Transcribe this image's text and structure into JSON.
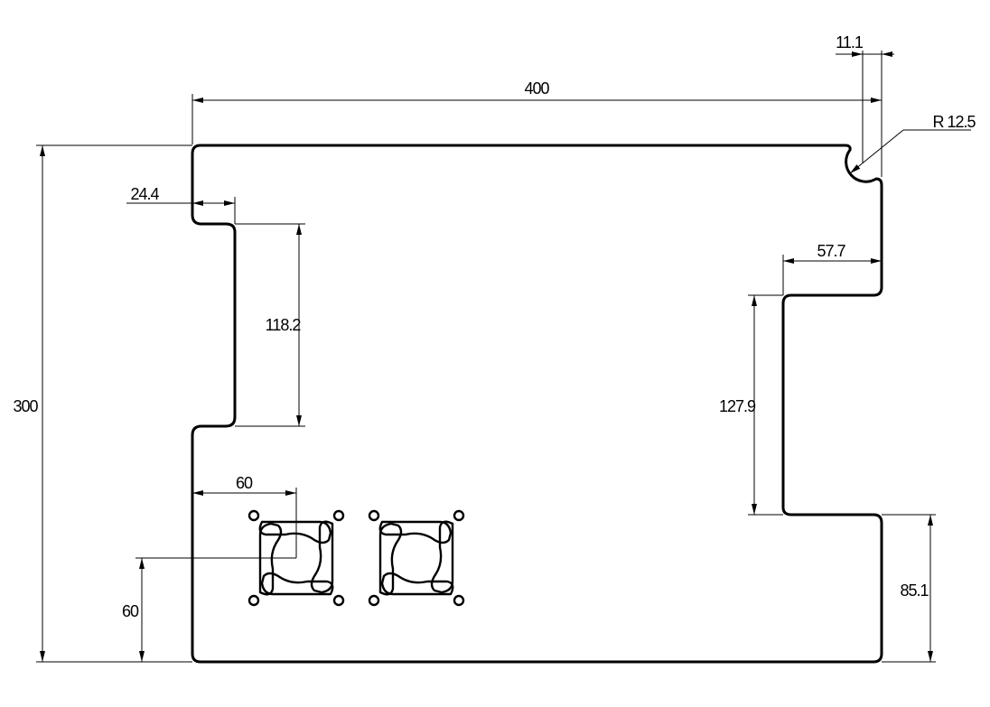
{
  "drawing": {
    "dimensions": {
      "overall_width": "400",
      "overall_height": "300",
      "notch_offset": "11.1",
      "notch_radius": "R 12.5",
      "left_cutout_depth": "24.4",
      "left_cutout_length": "118.2",
      "right_cutout_depth": "57.7",
      "right_cutout_length": "127.9",
      "right_cutout_bottom_offset": "85.1",
      "fan_horizontal_offset": "60",
      "fan_vertical_offset": "60"
    },
    "fan_grilles": [
      "fan-grille-left",
      "fan-grille-right"
    ]
  }
}
